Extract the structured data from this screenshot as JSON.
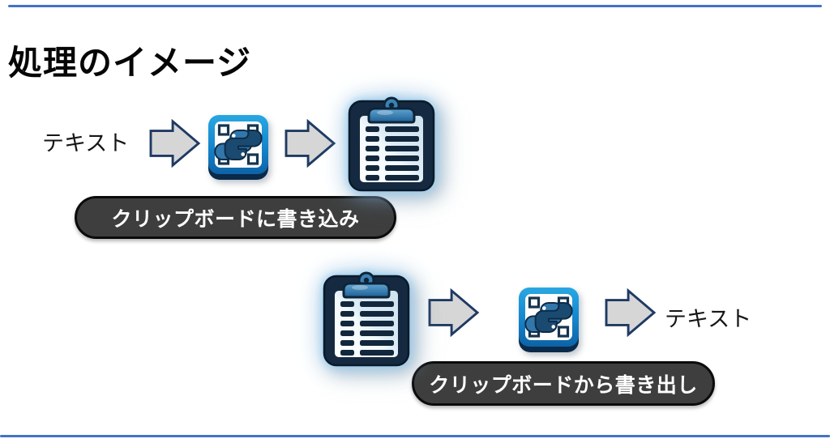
{
  "title": "処理のイメージ",
  "flows": [
    {
      "id": "write",
      "source_label": "テキスト",
      "caption": "クリップボードに書き込み",
      "steps": [
        "text",
        "block-arrow-right-icon",
        "python-app-icon",
        "block-arrow-right-icon",
        "clipboard-icon"
      ]
    },
    {
      "id": "read",
      "result_label": "テキスト",
      "caption": "クリップボードから書き出し",
      "steps": [
        "clipboard-icon",
        "block-arrow-right-icon",
        "python-app-icon",
        "block-arrow-right-icon",
        "text"
      ]
    }
  ],
  "icons": {
    "arrow": "block-arrow-right-icon",
    "python": "python-app-icon",
    "clipboard": "clipboard-icon"
  },
  "colors": {
    "accent_rule": "#4472C4",
    "caption_pill_fill": "#3e3e3e",
    "caption_pill_border": "#0b0b0b",
    "caption_text": "#ffffff",
    "arrow_fill": "#d6d6d6",
    "arrow_stroke": "#1e3a63",
    "python_frame_blue": "#1792d6",
    "python_snake_light": "#3277ac",
    "python_snake_dark": "#1a4a70",
    "clipboard_navy": "#152a40",
    "clipboard_clip_blue": "#3b82b5",
    "clipboard_glow": "#8ecbf2",
    "label_text": "#161616",
    "title_text": "#060606"
  }
}
